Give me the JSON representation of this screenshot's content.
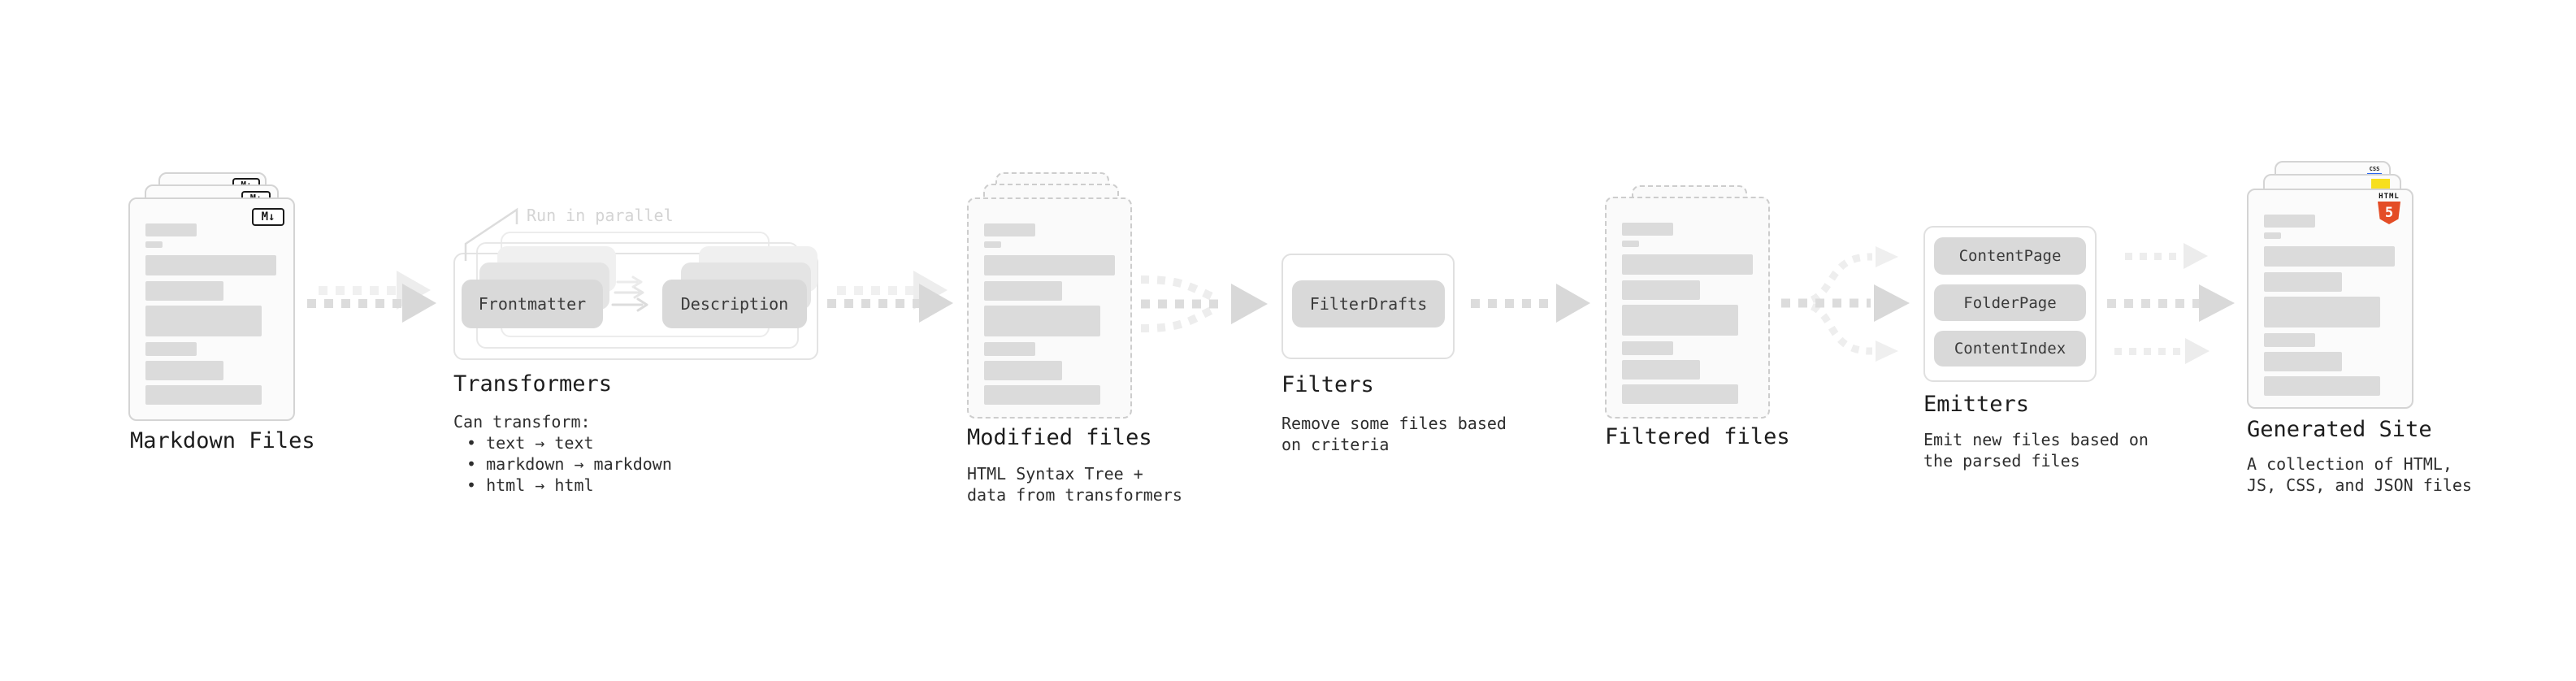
{
  "diagram": "static-site-generation-pipeline",
  "colors": {
    "background": "#ffffff",
    "card_border": "#d4d4d4",
    "card_fill": "#fbfbfb",
    "skeleton_bar": "#dbdbdb",
    "chip_fill": "#d9d9d9",
    "arrow_gray": "#d8d8d8",
    "html5_orange": "#e44d26",
    "js_yellow": "#f7df1e",
    "css_blue": "#2965f1",
    "title_text": "#1d1d1d",
    "body_text": "#2e2e2e",
    "note_text": "#d4d4d4"
  },
  "icons": {
    "markdown_icon": "M↓",
    "css_icon": "CSS",
    "html5_icon_word": "HTML",
    "html5_icon_number": "5"
  },
  "pipeline": {
    "markdown": {
      "title": "Markdown Files"
    },
    "transformers": {
      "title": "Transformers",
      "parallel_note": "Run in parallel",
      "stages": [
        "Frontmatter",
        "Description"
      ],
      "desc_intro": "Can transform:",
      "bullets": [
        "• text → text",
        "• markdown → markdown",
        "• html → html"
      ]
    },
    "modified": {
      "title": "Modified files",
      "desc_lines": [
        "HTML Syntax Tree +",
        "data from transformers"
      ]
    },
    "filters": {
      "title": "Filters",
      "buttons": [
        "FilterDrafts"
      ],
      "desc_lines": [
        "Remove some files based",
        "on criteria"
      ]
    },
    "filtered": {
      "title": "Filtered files"
    },
    "emitters": {
      "title": "Emitters",
      "buttons": [
        "ContentPage",
        "FolderPage",
        "ContentIndex"
      ],
      "desc_lines": [
        "Emit new files based on",
        "the parsed files"
      ]
    },
    "generated": {
      "title": "Generated Site",
      "desc_lines": [
        "A collection of HTML,",
        "JS, CSS, and JSON files"
      ]
    }
  }
}
